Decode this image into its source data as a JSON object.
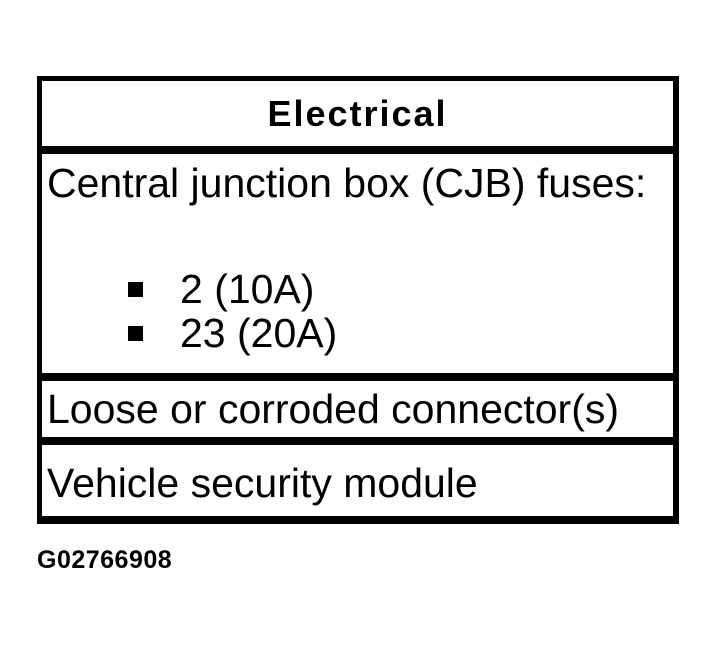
{
  "table": {
    "header": "Electrical",
    "fuse_row": {
      "intro": "Central junction box (CJB) fuses:",
      "items": [
        "2 (10A)",
        "23 (20A)"
      ]
    },
    "rows": [
      {
        "text": "Loose or corroded connector(s)"
      },
      {
        "text": "Vehicle security module"
      }
    ]
  },
  "caption": "G02766908",
  "colors": {
    "ink": "#000000",
    "background": "#ffffff"
  }
}
